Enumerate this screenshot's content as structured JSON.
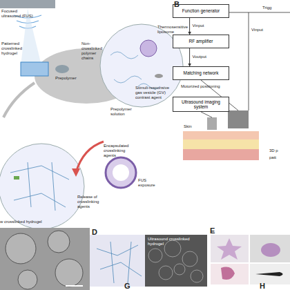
{
  "diagram": {
    "nodes": [
      {
        "text": [
          "Function generator"
        ]
      },
      {
        "text": [
          "RF amplifier"
        ]
      },
      {
        "text": [
          "Matching network"
        ]
      },
      {
        "text": [
          "Ultrasound imaging system"
        ]
      }
    ],
    "edges": [
      {
        "from": 0,
        "to": 1,
        "label": "Vinput",
        "arrow": "to"
      },
      {
        "from": 1,
        "to": 2,
        "label": "Voutput",
        "arrow": "to"
      }
    ],
    "labels": [
      "Focused ultrasound (FUS)",
      "Patterned crosslinked hydrogel",
      "Prepolymer",
      "Thermosensitive liposome",
      "Non-crosslinked polymer chains",
      "Stimuli-responsive gas vesicle (GV) contrast agent",
      "Prepolymer solution",
      "Encapsulated crosslinking agents",
      "Release of crosslinking agents",
      "FUS exposure",
      "w crosslinked hydrogel",
      "B",
      "Vinput",
      "Trigg",
      "Motorized positioning",
      "Skin",
      "3D p",
      "patt",
      "Ultrasound crosslinked hydrogel",
      "D",
      "E",
      "G",
      "H"
    ]
  }
}
